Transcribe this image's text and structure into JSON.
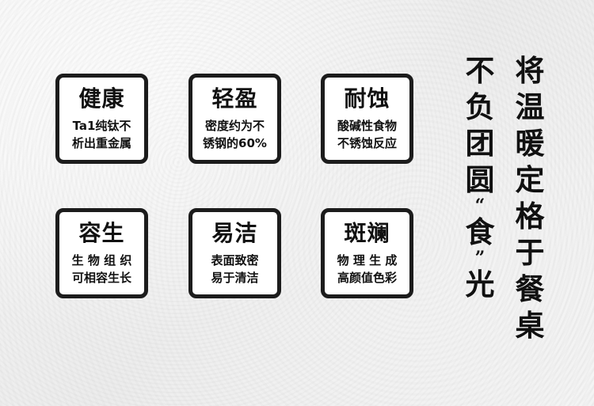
{
  "cards": [
    {
      "title": "健康",
      "line1": "Ta1纯钛不",
      "line2": "析出重金属"
    },
    {
      "title": "轻盈",
      "line1": "密度约为不",
      "line2": "锈钢的60%"
    },
    {
      "title": "耐蚀",
      "line1": "酸碱性食物",
      "line2": "不锈蚀反应"
    },
    {
      "title": "容生",
      "line1": "生 物 组 织",
      "line2": "可相容生长"
    },
    {
      "title": "易洁",
      "line1": "表面致密",
      "line2": "易于清洁"
    },
    {
      "title": "斑斓",
      "line1": "物 理 生 成",
      "line2": "高颜值色彩"
    }
  ],
  "slogan": {
    "column_right": [
      "将",
      "温",
      "暖",
      "定",
      "格",
      "于",
      "餐",
      "桌"
    ],
    "column_left": [
      "不",
      "负",
      "团",
      "圆",
      "“",
      "食",
      "”",
      "光"
    ]
  }
}
